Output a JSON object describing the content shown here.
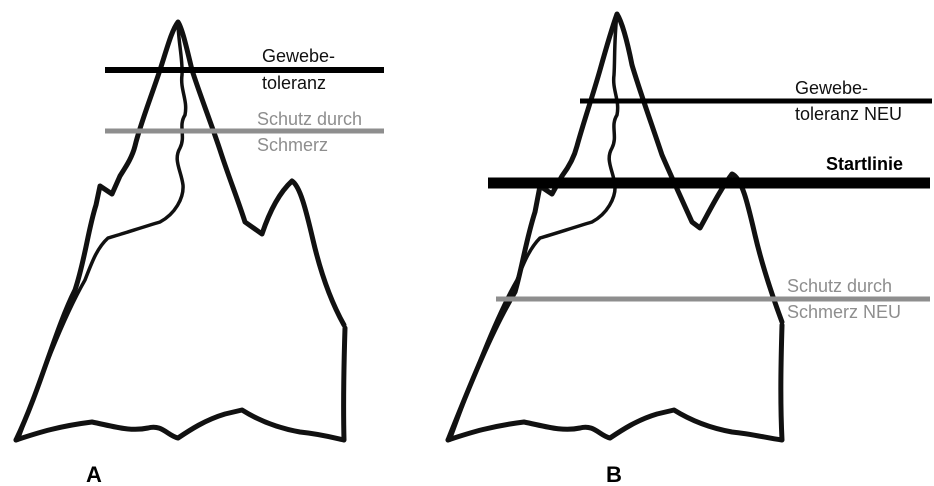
{
  "panel_a": {
    "letter": "A",
    "tolerance_line1": "Gewebe-",
    "tolerance_line2": "toleranz",
    "pain_line1": "Schutz durch",
    "pain_line2": "Schmerz"
  },
  "panel_b": {
    "letter": "B",
    "tolerance_line1": "Gewebe-",
    "tolerance_line2": "toleranz NEU",
    "start_label": "Startlinie",
    "pain_line1": "Schutz durch",
    "pain_line2": "Schmerz NEU"
  },
  "colors": {
    "tolerance_line": "#000000",
    "pain_line": "#8e8e8e",
    "start_line": "#000000",
    "mountain_outline": "#111111"
  }
}
